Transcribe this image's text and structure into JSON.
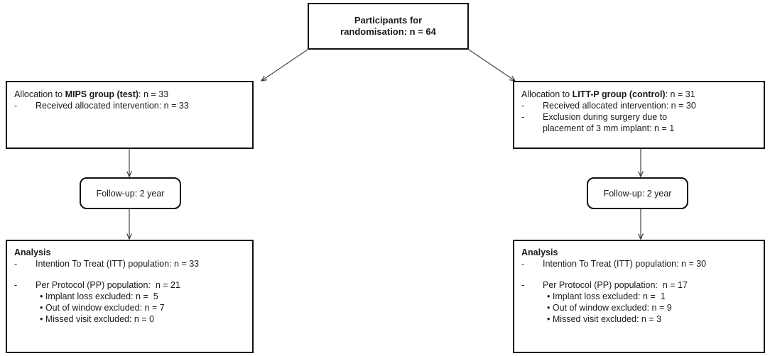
{
  "top_box": {
    "line1": "Participants for",
    "line2": "randomisation: n = 64"
  },
  "left_allocation": {
    "prefix": "Allocation to ",
    "group_bold": "MIPS group (test)",
    "suffix": ": n = 33",
    "items": [
      "Received allocated intervention: n = 33"
    ]
  },
  "right_allocation": {
    "prefix": "Allocation to ",
    "group_bold": "LITT-P group (control)",
    "suffix": ": n = 31",
    "items": [
      "Received allocated intervention: n = 30",
      "Exclusion during surgery due to placement of 3 mm implant: n = 1"
    ]
  },
  "left_followup": "Follow-up: 2 year",
  "right_followup": "Follow-up: 2 year",
  "left_analysis": {
    "title": "Analysis",
    "itt": "Intention To Treat (ITT) population: n = 33",
    "pp": "Per Protocol (PP) population:  n = 21",
    "bullets": [
      "Implant loss excluded: n =  5",
      "Out of window excluded: n = 7",
      "Missed visit excluded: n = 0"
    ]
  },
  "right_analysis": {
    "title": "Analysis",
    "itt": "Intention To Treat (ITT) population: n = 30",
    "pp": "Per Protocol (PP) population:  n = 17",
    "bullets": [
      "Implant loss excluded: n =  1",
      "Out of window excluded: n = 9",
      "Missed visit excluded: n = 3"
    ]
  },
  "dash_glyph": "-",
  "bullet_glyph": "•"
}
